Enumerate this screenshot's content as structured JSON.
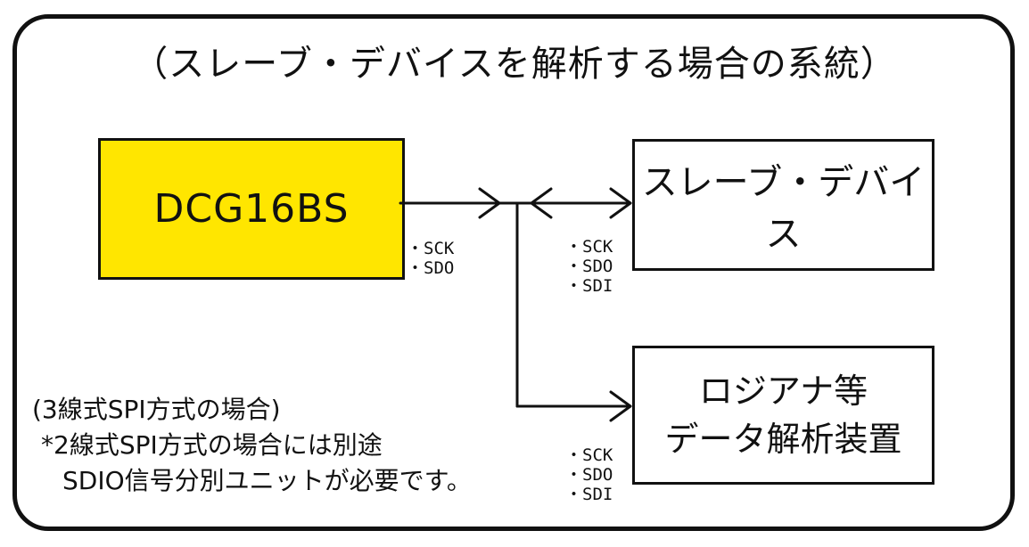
{
  "title": "（スレーブ・デバイスを解析する場合の系統）",
  "dcg": {
    "label": "DCG16BS",
    "color": "#ffe600"
  },
  "slave": {
    "label": "スレーブ・デバイス"
  },
  "analyzer": {
    "line1": "ロジアナ等",
    "line2": "データ解析装置"
  },
  "signals_dcg": [
    "・SCK",
    "・SDO"
  ],
  "signals_slave": [
    "・SCK",
    "・SDO",
    "・SDI"
  ],
  "signals_analyzer": [
    "・SCK",
    "・SDO",
    "・SDI"
  ],
  "note": {
    "line1": "(3線式SPI方式の場合)",
    "line2": "*2線式SPI方式の場合には別途",
    "line3": "SDIO信号分別ユニットが必要です。"
  }
}
